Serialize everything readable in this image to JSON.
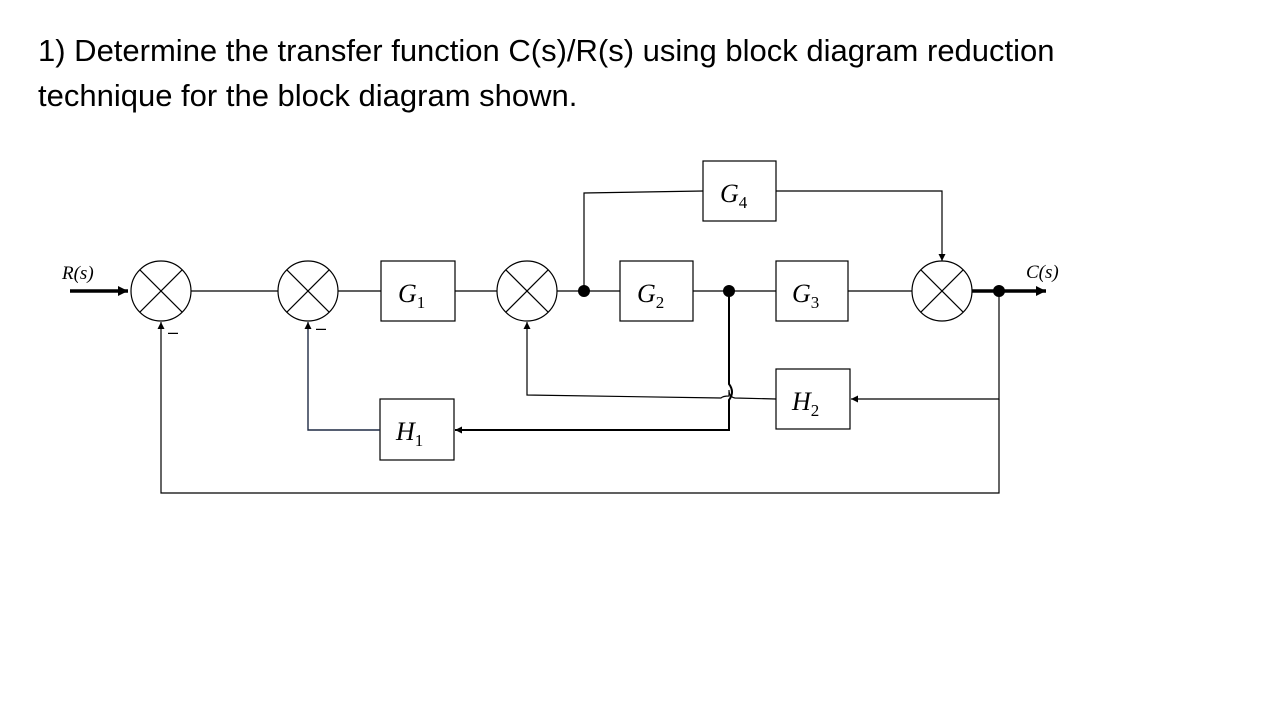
{
  "question": {
    "line1": "1) Determine the transfer function C(s)/R(s) using block diagram reduction",
    "line2": "technique for the block diagram shown."
  },
  "diagram": {
    "input_label": "R(s)",
    "output_label": "C(s)",
    "minus_sign": "–",
    "blocks": {
      "G1": {
        "letter": "G",
        "sub": "1"
      },
      "G2": {
        "letter": "G",
        "sub": "2"
      },
      "G3": {
        "letter": "G",
        "sub": "3"
      },
      "G4": {
        "letter": "G",
        "sub": "4"
      },
      "H1": {
        "letter": "H",
        "sub": "1"
      },
      "H2": {
        "letter": "H",
        "sub": "2"
      }
    }
  }
}
